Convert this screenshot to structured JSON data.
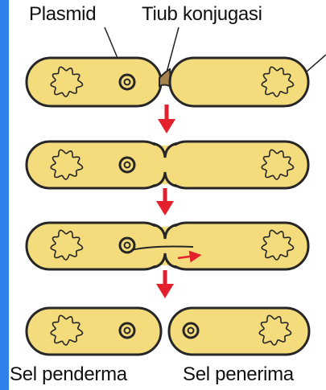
{
  "labels": {
    "plasmid": "Plasmid",
    "conjugation_tube": "Tiub konjugasi",
    "donor_cell": "Sel penderma",
    "recipient_cell": "Sel penerima"
  },
  "colors": {
    "accent_bar": "#2f80ea",
    "cell_fill": "#f4dc7c",
    "cell_outline": "#262626",
    "tube_fill": "#a8844d",
    "arrow": "#e3202b"
  },
  "icons": [
    "plasmid-ring-icon",
    "chromosome-squiggle-icon",
    "down-arrow-icon",
    "transfer-arrow-icon"
  ]
}
